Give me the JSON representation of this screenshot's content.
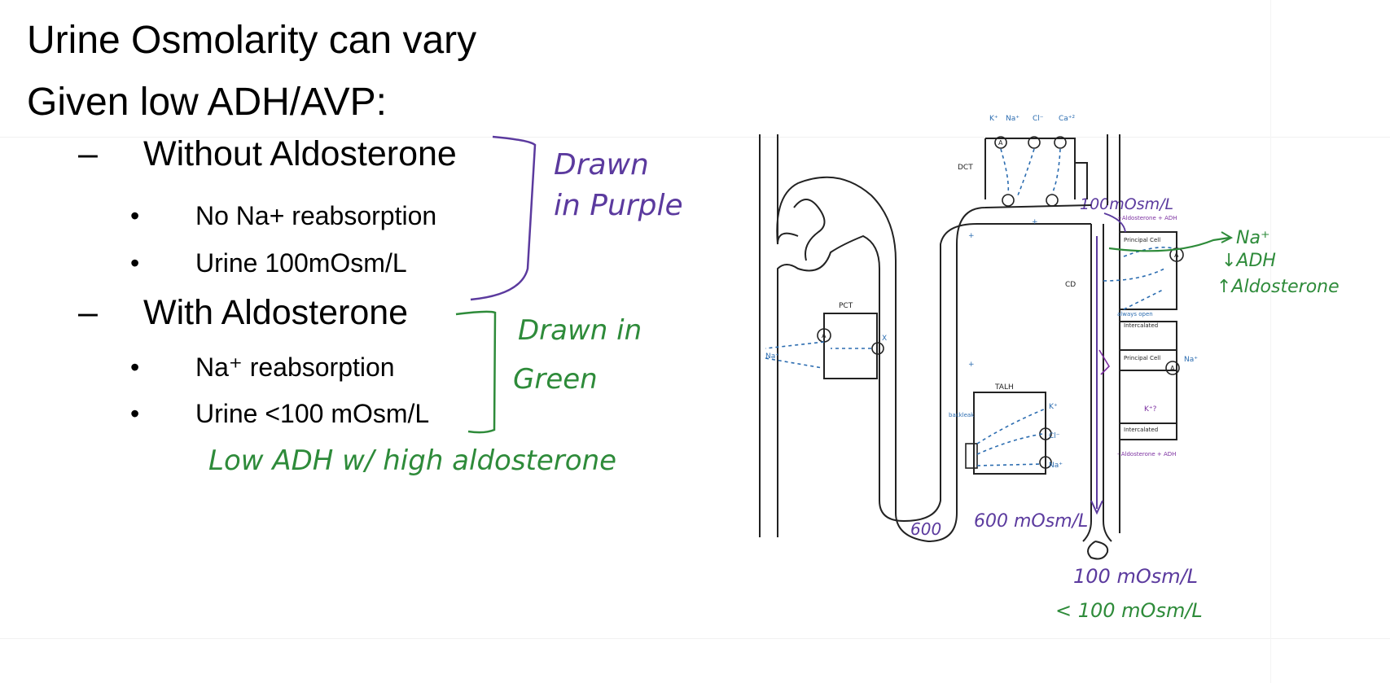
{
  "slide": {
    "title_line1": "Urine Osmolarity can vary",
    "title_line2": "Given low ADH/AVP:",
    "without": {
      "dash": "–",
      "label": "Without Aldosterone",
      "bullets": [
        "No Na+ reabsorption",
        "Urine 100mOsm/L"
      ]
    },
    "with": {
      "dash": "–",
      "label": "With Aldosterone",
      "bullets": [
        "Na⁺ reabsorption",
        "Urine <100 mOsm/L"
      ]
    },
    "bullet_char": "•"
  },
  "annotations": {
    "drawn_purple_1": "Drawn",
    "drawn_purple_2": "in Purple",
    "drawn_green_1": "Drawn in",
    "drawn_green_2": "Green",
    "low_adh": "Low ADH w/ high aldosterone",
    "na_plus": "Na⁺",
    "down_adh": "↓ADH",
    "up_aldo": "↑Aldosterone",
    "osm_100_top": "100mOsm/L",
    "osm_600_a": "600",
    "osm_600_b": "600 mOsm/L",
    "osm_100_bottom": "100 mOsm/L",
    "osm_lt100": "< 100 mOsm/L"
  },
  "diagram_labels": {
    "dct": "DCT",
    "pct": "PCT",
    "talh": "TALH",
    "cd": "CD",
    "principal_cell": "Principal Cell",
    "intercalated": "Intercalated",
    "aldo_adh_top": "+Aldosterone + ADH",
    "aldo_adh_bottom": "- Aldosterone + ADH",
    "always_open": "always open",
    "backleak": "backleak",
    "k": "K⁺",
    "na": "Na⁺",
    "cl": "Cl⁻",
    "ca": "Ca⁺²",
    "pump": "A",
    "plus": "+",
    "k_q": "K⁺?",
    "x": "X"
  },
  "colors": {
    "purple": "#5b3a9e",
    "green": "#2e8b3a",
    "blue_dashed": "#2b6cb0",
    "ink": "#222222"
  }
}
